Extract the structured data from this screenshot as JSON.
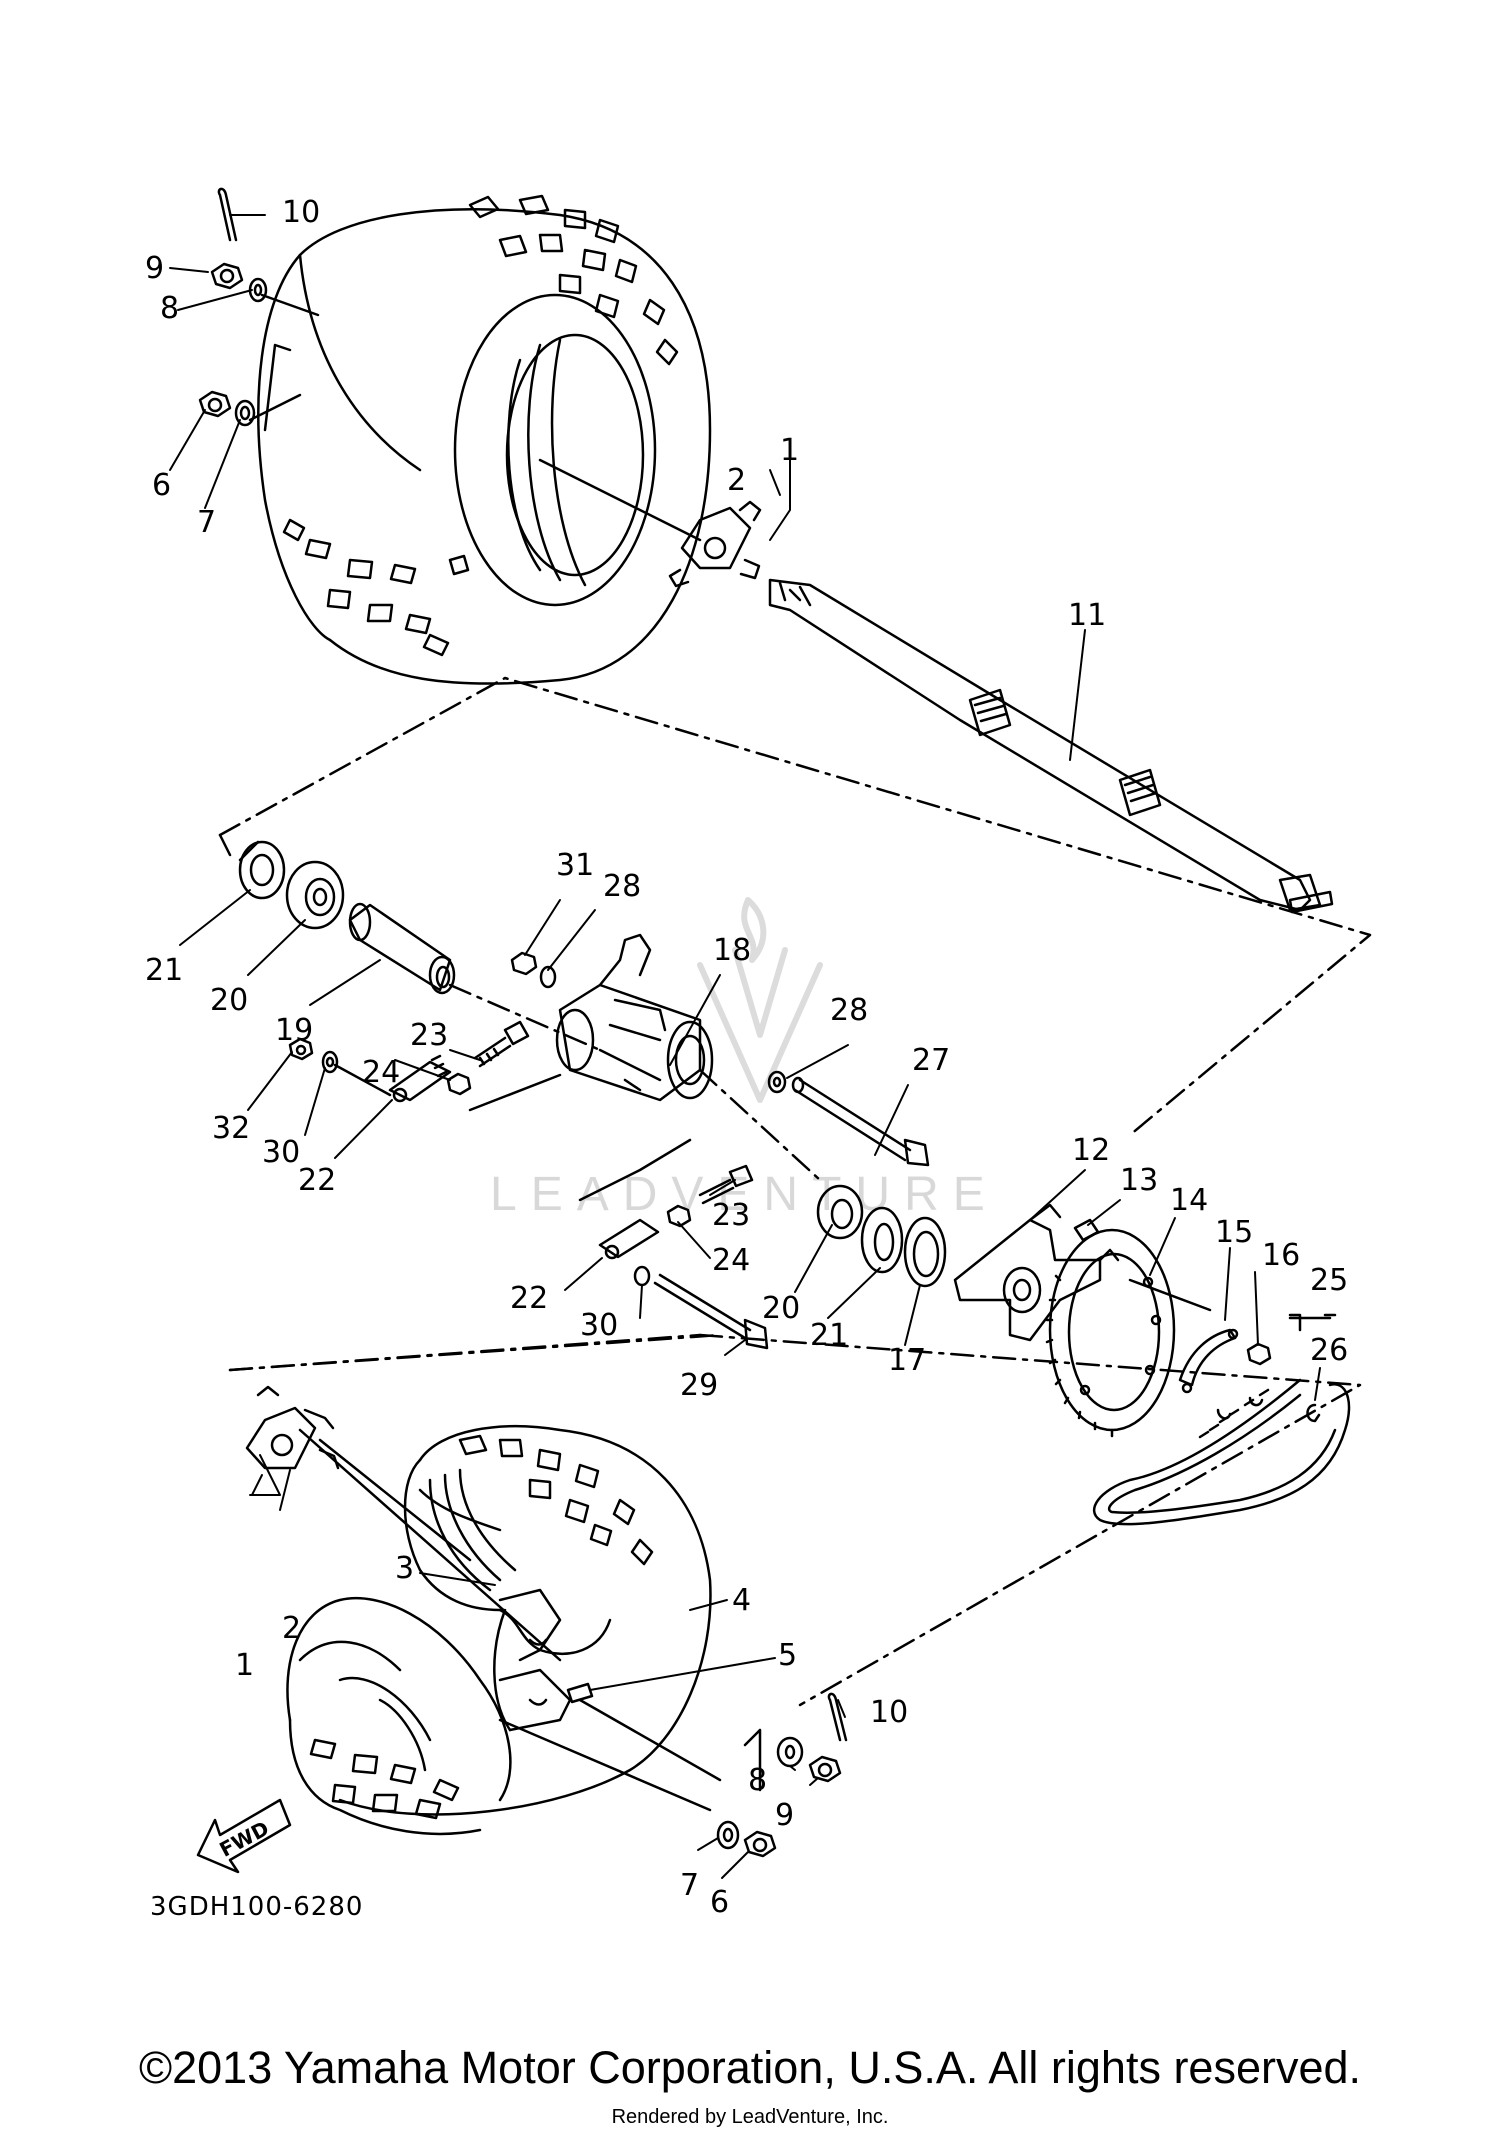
{
  "drawing_code": "3GDH100-6280",
  "fwd_label": "FWD",
  "watermark_text": "LEADVENTURE",
  "copyright": "©2013 Yamaha Motor Corporation, U.S.A. All rights reserved.",
  "rendered_by": "Rendered by LeadVenture, Inc.",
  "callouts": [
    "10",
    "9",
    "8",
    "6",
    "7",
    "1",
    "2",
    "11",
    "21",
    "20",
    "19",
    "31",
    "28",
    "18",
    "28",
    "27",
    "23",
    "24",
    "32",
    "30",
    "22",
    "23",
    "24",
    "22",
    "30",
    "20",
    "21",
    "17",
    "29",
    "12",
    "13",
    "14",
    "15",
    "16",
    "25",
    "26",
    "3",
    "4",
    "5",
    "10",
    "1",
    "2",
    "8",
    "9",
    "7",
    "6"
  ],
  "colors": {
    "line": "#000000",
    "watermark": "#d8d8d8",
    "background": "#ffffff"
  }
}
